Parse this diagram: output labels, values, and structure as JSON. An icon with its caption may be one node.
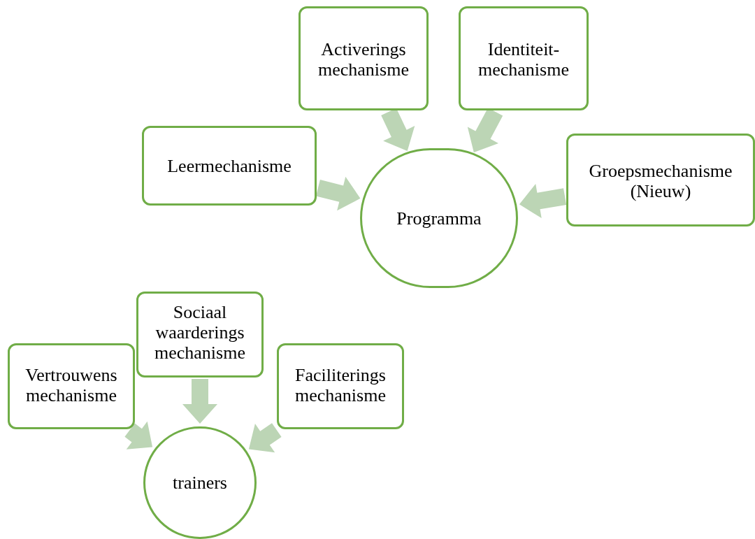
{
  "diagram": {
    "nodes": [
      {
        "text": [
          "Activerings mechanisme"
        ]
      },
      {
        "text": [
          "Identiteit-mechanisme"
        ]
      },
      {
        "text": [
          "Leermechanisme"
        ]
      },
      {
        "text": [
          "Groepsmechanisme (Nieuw)"
        ]
      },
      {
        "text": [
          "Programma"
        ]
      },
      {
        "text": [
          "Sociaal waarderings mechanisme"
        ]
      },
      {
        "text": [
          "Vertrouwens mechanisme"
        ]
      },
      {
        "text": [
          "Faciliterings mechanisme"
        ]
      },
      {
        "text": [
          "trainers"
        ]
      }
    ],
    "edges": [
      {
        "from": 0,
        "to": 4,
        "arrow": "to",
        "style": "thick"
      },
      {
        "from": 1,
        "to": 4,
        "arrow": "to",
        "style": "thick"
      },
      {
        "from": 2,
        "to": 4,
        "arrow": "to",
        "style": "thick"
      },
      {
        "from": 3,
        "to": 4,
        "arrow": "to",
        "style": "thick"
      },
      {
        "from": 5,
        "to": 8,
        "arrow": "to",
        "style": "thick"
      },
      {
        "from": 6,
        "to": 8,
        "arrow": "to",
        "style": "thick"
      },
      {
        "from": 7,
        "to": 8,
        "arrow": "to",
        "style": "thick"
      }
    ]
  }
}
